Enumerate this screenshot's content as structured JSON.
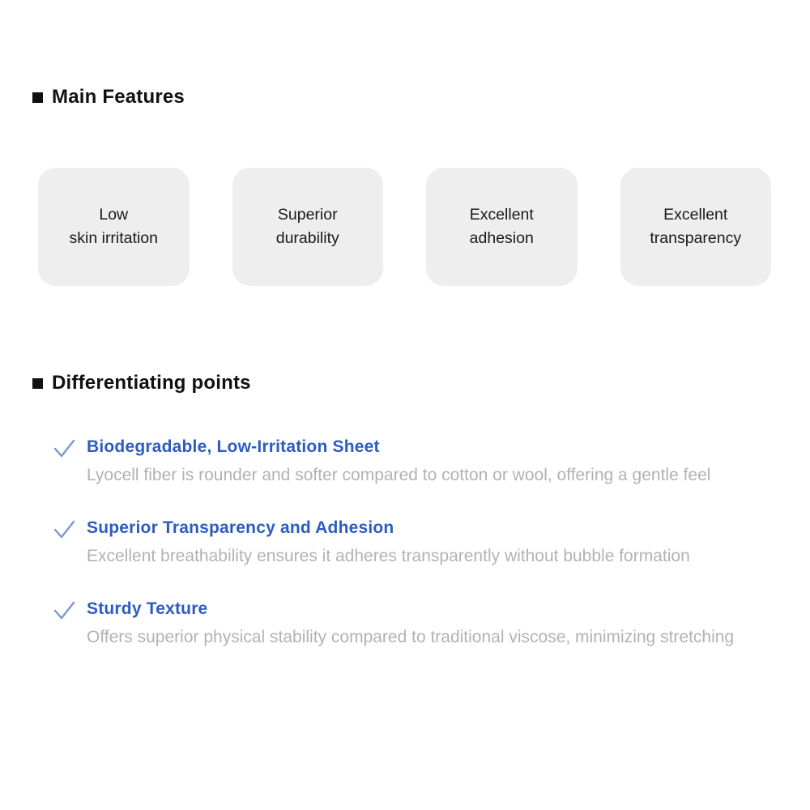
{
  "colors": {
    "background": "#ffffff",
    "heading_text": "#111111",
    "card_background": "#eeeeee",
    "card_text": "#1a1a1a",
    "point_title_blue": "#2d5cc0",
    "check_stroke": "#7f97cd",
    "description_gray": "#b2b2b2"
  },
  "main_features": {
    "title": "Main Features",
    "cards": [
      {
        "label": "Low\nskin irritation"
      },
      {
        "label": "Superior\ndurability"
      },
      {
        "label": "Excellent\nadhesion"
      },
      {
        "label": "Excellent\ntransparency"
      }
    ]
  },
  "differentiating_points": {
    "title": "Differentiating points",
    "items": [
      {
        "title": "Biodegradable, Low-Irritation Sheet",
        "description": "Lyocell fiber is rounder and softer compared to cotton or wool, offering a gentle feel"
      },
      {
        "title": "Superior Transparency and Adhesion",
        "description": "Excellent breathability ensures it adheres transparently without bubble formation"
      },
      {
        "title": "Sturdy Texture",
        "description": "Offers superior physical stability compared to traditional viscose, minimizing stretching"
      }
    ]
  }
}
